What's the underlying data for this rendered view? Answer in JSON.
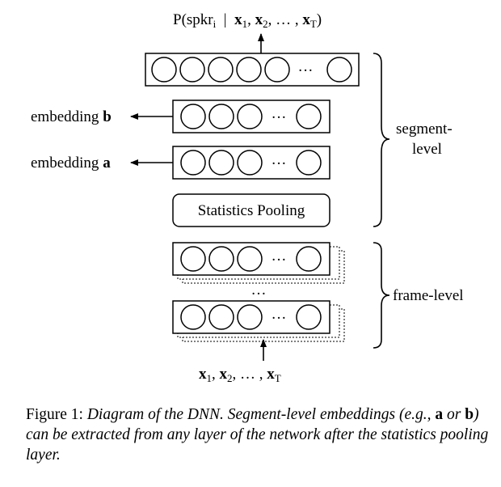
{
  "output_label": {
    "prefix": "P(spkr",
    "sub": "i",
    "mid": "  |  ",
    "x1": "x",
    "s1": "1",
    "x2": "x",
    "s2": "2",
    "ell": ", … , ",
    "xT": "x",
    "sT": "T",
    "close": ")"
  },
  "input_label": {
    "x1": "x",
    "s1": "1",
    "x2": "x",
    "s2": "2",
    "ell": ", … , ",
    "xT": "x",
    "sT": "T"
  },
  "embedding_b": {
    "text": "embedding ",
    "bold": "b"
  },
  "embedding_a": {
    "text": "embedding ",
    "bold": "a"
  },
  "pooling_label": "Statistics Pooling",
  "ellipsis_dots": "···",
  "frame_gap_dots": "…",
  "segment_level": {
    "line1": "segment-",
    "line2": "level"
  },
  "frame_level": "frame-level",
  "caption": {
    "head": "Figure 1: ",
    "t1": "Diagram of the DNN. Segment-level embeddings (e.g.,",
    "a": "a",
    "or": " or ",
    "b": "b",
    "t2": ") can be extracted from any layer of the network after the statistics pooling layer."
  }
}
